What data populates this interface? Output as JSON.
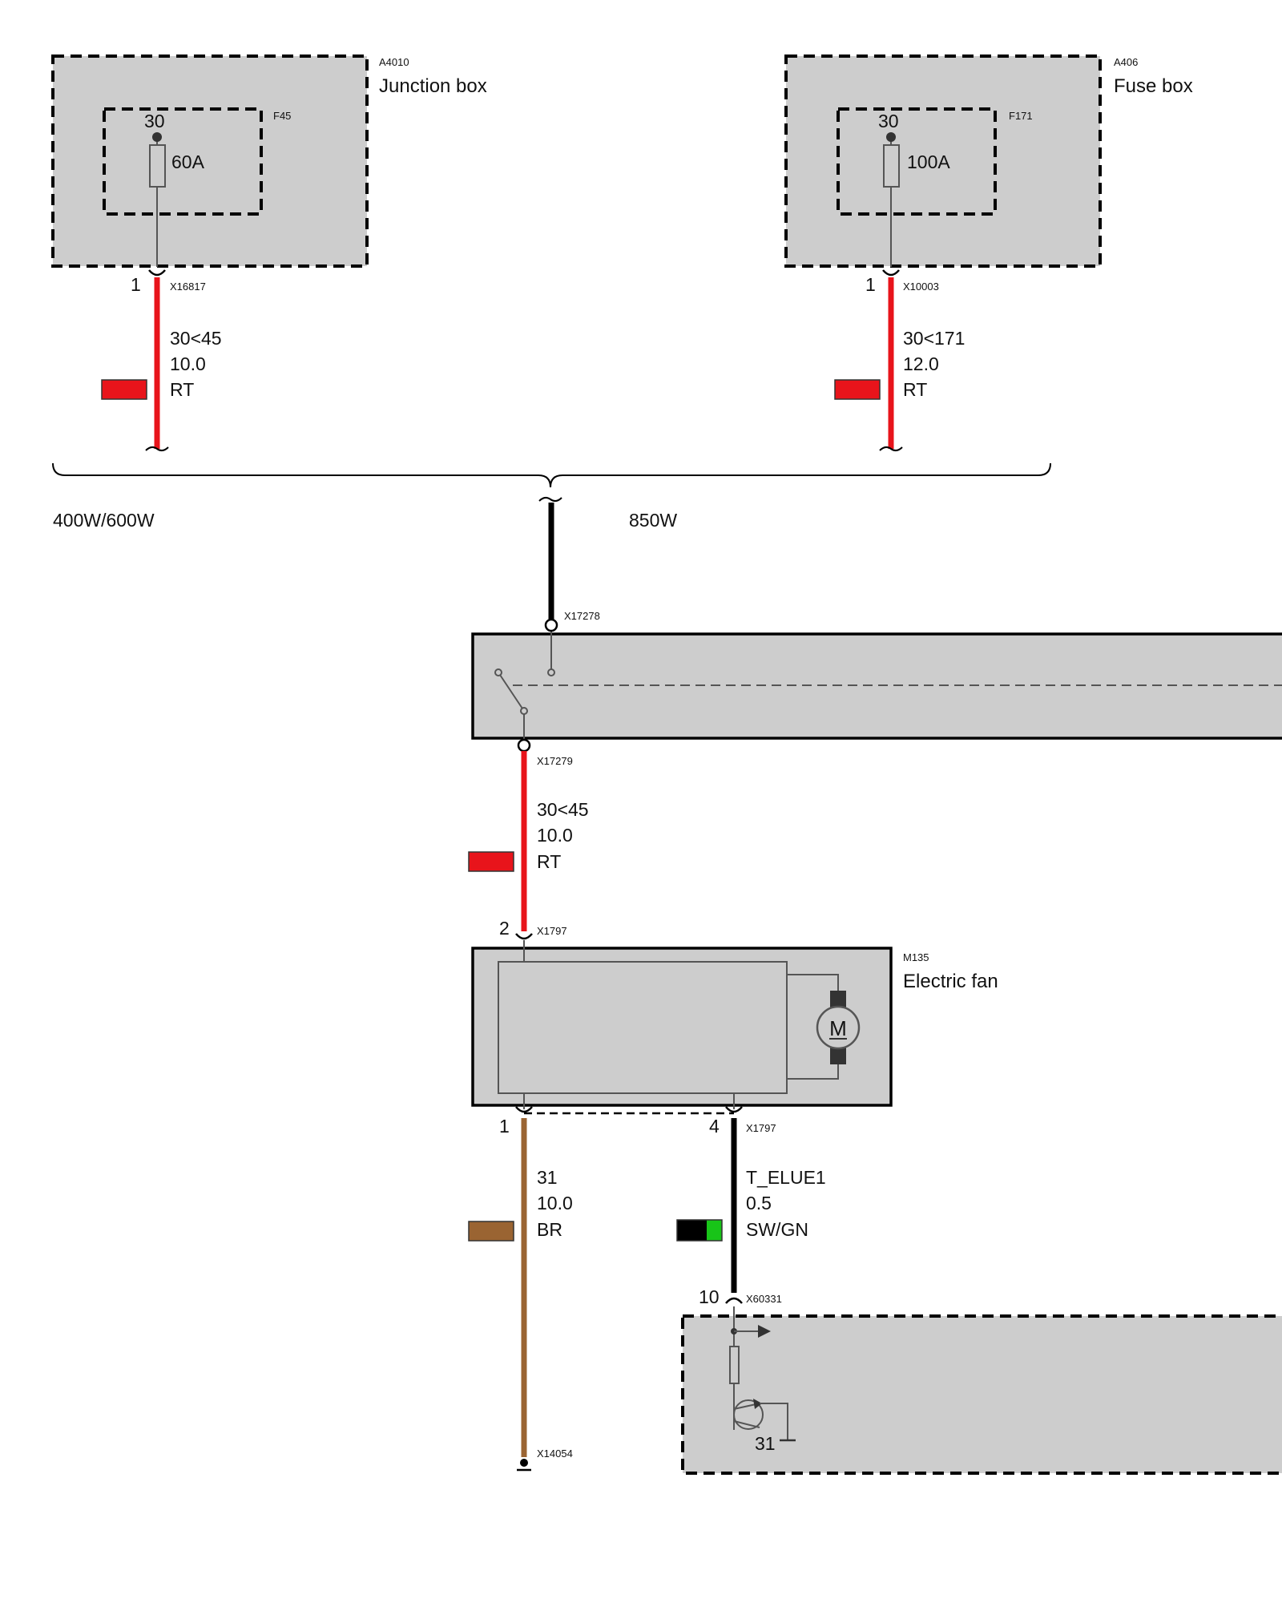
{
  "colors": {
    "wire_red": "#e8141b",
    "wire_black": "#000000",
    "wire_brown": "#9a6432",
    "wire_green": "#18c418",
    "box_fill": "#cdcdcd"
  },
  "components": {
    "junction_box": {
      "id": "A4010",
      "name": "Junction box",
      "fuse_id": "F45",
      "terminal": "30",
      "rating": "60A",
      "pin": "1",
      "connector": "X16817"
    },
    "fuse_box": {
      "id": "A406",
      "name": "Fuse box",
      "fuse_id": "F171",
      "terminal": "30",
      "rating": "100A",
      "pin": "1",
      "connector": "X10003"
    },
    "relay_module": {
      "connector_in": "X17278",
      "connector_out": "X17279"
    },
    "electric_fan": {
      "id": "M135",
      "name": "Electric fan",
      "motor_symbol": "M",
      "connector": "X1797",
      "pin_top": "2",
      "pin_bottom_left": "1",
      "pin_bottom_right": "4"
    },
    "control_unit": {
      "connector": "X60331",
      "pin": "10",
      "ground_label": "31"
    },
    "ground_point": {
      "connector": "X14054"
    }
  },
  "variants": {
    "left": "400W/600W",
    "right": "850W"
  },
  "wires": {
    "wire_a": {
      "signal": "30<45",
      "gauge": "10.0",
      "color_code": "RT"
    },
    "wire_b": {
      "signal": "30<171",
      "gauge": "12.0",
      "color_code": "RT"
    },
    "wire_c": {
      "signal": "30<45",
      "gauge": "10.0",
      "color_code": "RT"
    },
    "wire_d": {
      "signal": "31",
      "gauge": "10.0",
      "color_code": "BR"
    },
    "wire_e": {
      "signal": "T_ELUE1",
      "gauge": "0.5",
      "color_code": "SW/GN"
    }
  }
}
